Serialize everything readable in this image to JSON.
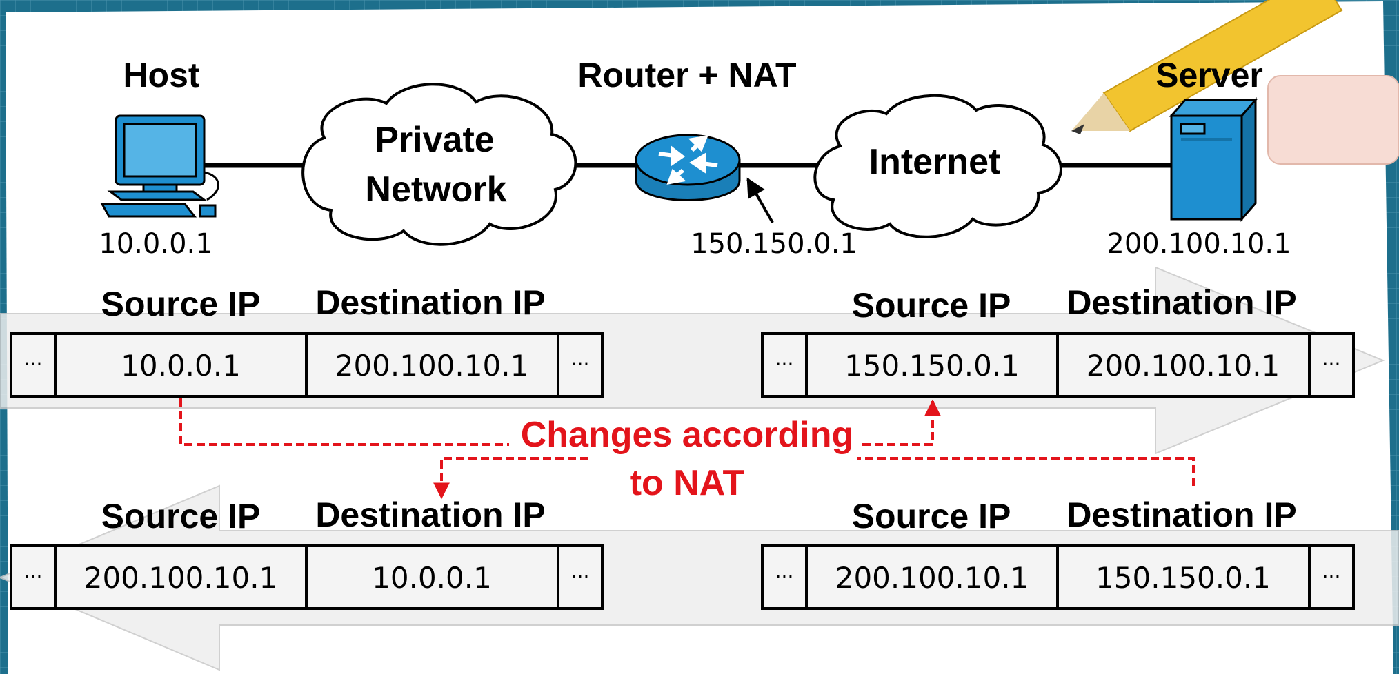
{
  "nodes": {
    "host": {
      "label": "Host",
      "ip": "10.0.0.1"
    },
    "private_network": {
      "line1": "Private",
      "line2": "Network"
    },
    "router": {
      "label": "Router + NAT",
      "ip": "150.150.0.1"
    },
    "internet": {
      "label": "Internet"
    },
    "server": {
      "label": "Server",
      "ip": "200.100.10.1"
    }
  },
  "headers": {
    "source": "Source IP",
    "destination": "Destination IP"
  },
  "ellipsis": "···",
  "packets": {
    "out_private": {
      "source": "10.0.0.1",
      "destination": "200.100.10.1"
    },
    "out_public": {
      "source": "150.150.0.1",
      "destination": "200.100.10.1"
    },
    "in_private": {
      "source": "200.100.10.1",
      "destination": "10.0.0.1"
    },
    "in_public": {
      "source": "200.100.10.1",
      "destination": "150.150.0.1"
    }
  },
  "annotation": {
    "line1": "Changes according",
    "line2": "to NAT"
  },
  "colors": {
    "background": "#1d6f8c",
    "paper": "#ffffff",
    "device_blue": "#1e8fd0",
    "annotation_red": "#e3141b",
    "cell_fill": "#f4f4f4"
  }
}
